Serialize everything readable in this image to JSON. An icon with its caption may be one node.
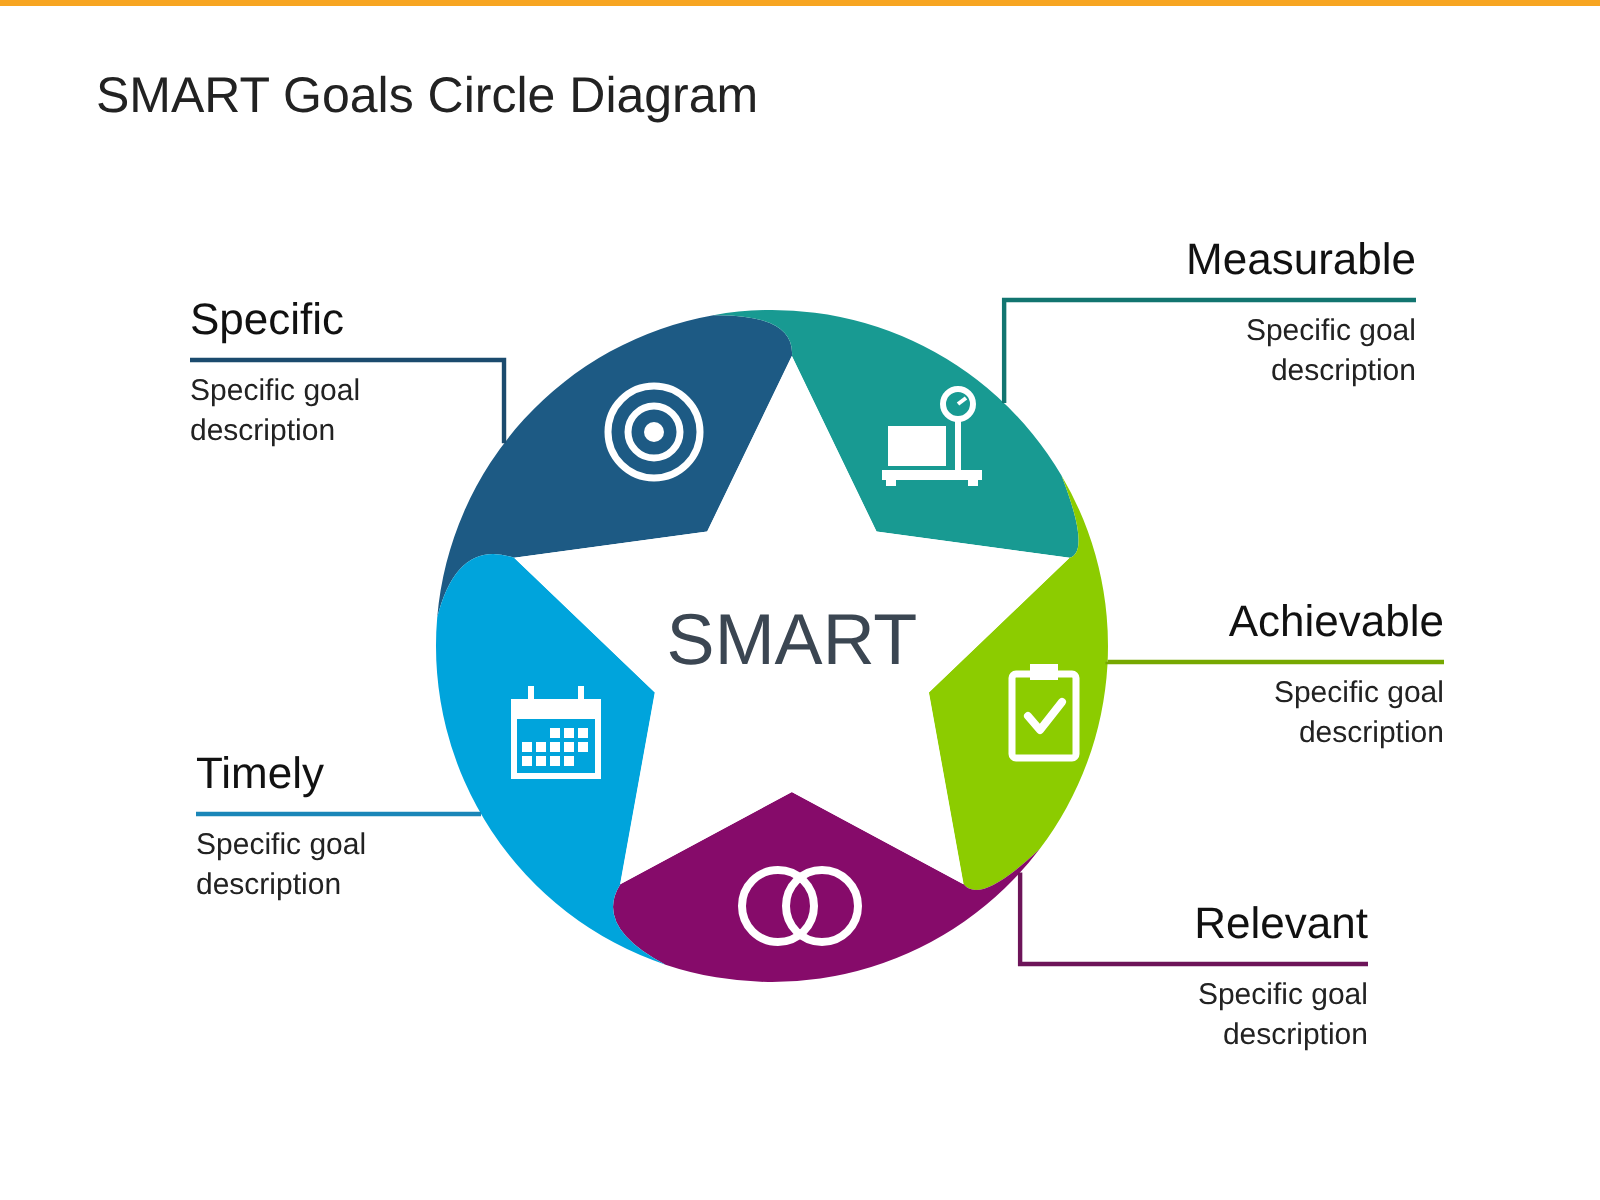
{
  "diagram": {
    "title": "SMART Goals Circle Diagram",
    "nodes": [
      {
        "text": [
          "Specific",
          "Specific goal description"
        ]
      },
      {
        "text": [],
        "shape": "segment"
      },
      {
        "text": [
          "Measurable",
          "Specific goal description"
        ]
      },
      {
        "text": [],
        "shape": "segment"
      },
      {
        "text": [
          "Achievable",
          "Specific goal description"
        ]
      },
      {
        "text": [],
        "shape": "segment"
      },
      {
        "text": [
          "Relevant",
          "Specific goal description"
        ]
      },
      {
        "text": [],
        "shape": "segment"
      },
      {
        "text": [
          "Timely",
          "Specific goal description"
        ]
      },
      {
        "text": [],
        "shape": "segment"
      },
      {
        "text": [
          "SMART"
        ]
      }
    ],
    "edges": [
      {
        "from": 0,
        "to": 1,
        "arrow": "none",
        "color": "#1b4b6e"
      },
      {
        "from": 2,
        "to": 3,
        "arrow": "none",
        "color": "#127570"
      },
      {
        "from": 4,
        "to": 5,
        "arrow": "none",
        "color": "#76a800"
      },
      {
        "from": 6,
        "to": 7,
        "arrow": "none",
        "color": "#6d1459"
      },
      {
        "from": 8,
        "to": 9,
        "arrow": "none",
        "color": "#1a86b8"
      }
    ]
  }
}
